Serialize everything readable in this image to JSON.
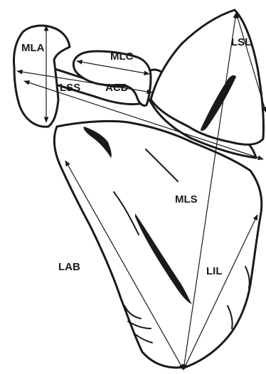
{
  "colors": {
    "ink": "#1a1a1a",
    "background": "#ffffff"
  },
  "labels": {
    "mla": "MLA",
    "mlc": "MLC",
    "lss": "LSS",
    "acd": "ACD",
    "lsl": "LSL",
    "mls": "MLS",
    "lab": "LAB",
    "lil": "LIL"
  }
}
